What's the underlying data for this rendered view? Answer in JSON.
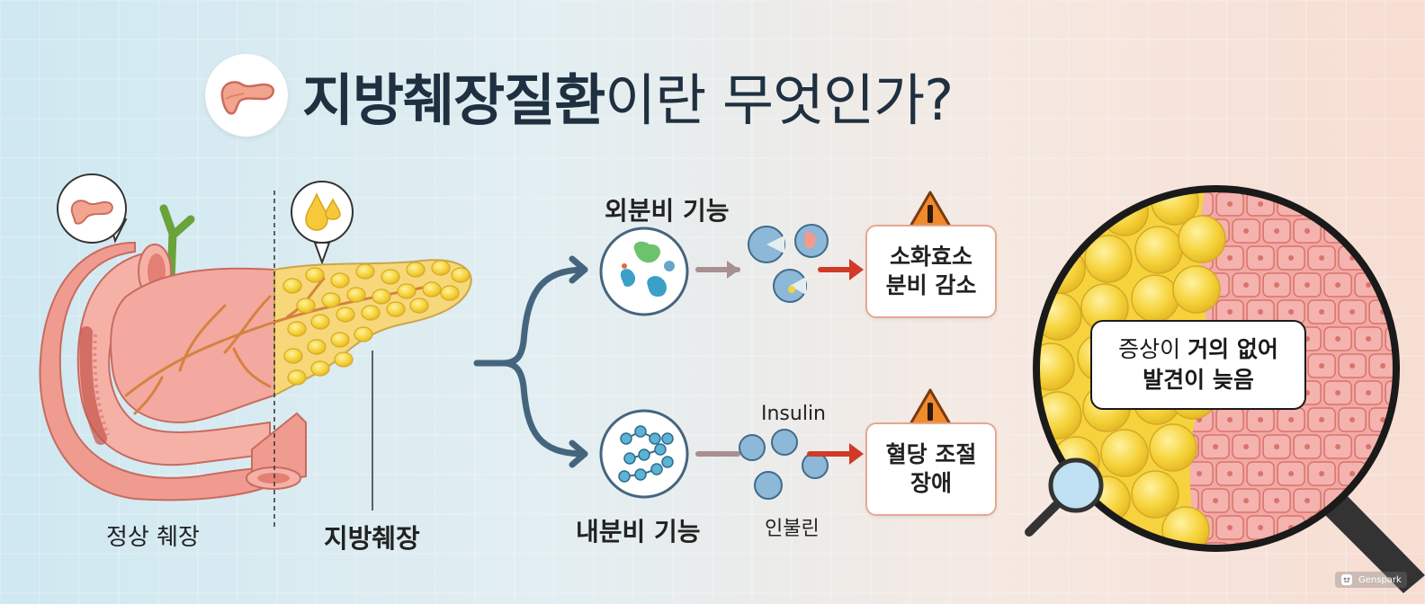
{
  "title": {
    "bold": "지방췌장질환",
    "regular": "이란 무엇인가?"
  },
  "left": {
    "normal_label": "정상 췌장",
    "fatty_label": "지방췌장"
  },
  "exocrine": {
    "label": "외분비 기능",
    "result_line1": "소화효소",
    "result_line2": "분비 감소"
  },
  "endocrine": {
    "label": "내분비 기능",
    "insulin_en": "Insulin",
    "insulin_ko": "인불린",
    "result_line1": "혈당 조절",
    "result_line2": "장애"
  },
  "callout": {
    "line1_regular": "증상이 ",
    "line1_bold": "거의 없어",
    "line2": "발견이 늦음"
  },
  "watermark": "Genspark",
  "colors": {
    "title": "#1f3040",
    "arrow_blue": "#45657f",
    "warning": "#f08a2c",
    "red_arrow": "#d13a27",
    "fat_yellow": "#f6d33c",
    "tissue_pink": "#f2a8a3"
  },
  "icons": [
    "pancreas-icon",
    "oil-drop-icon",
    "warning-icon",
    "magnifier-icon"
  ]
}
